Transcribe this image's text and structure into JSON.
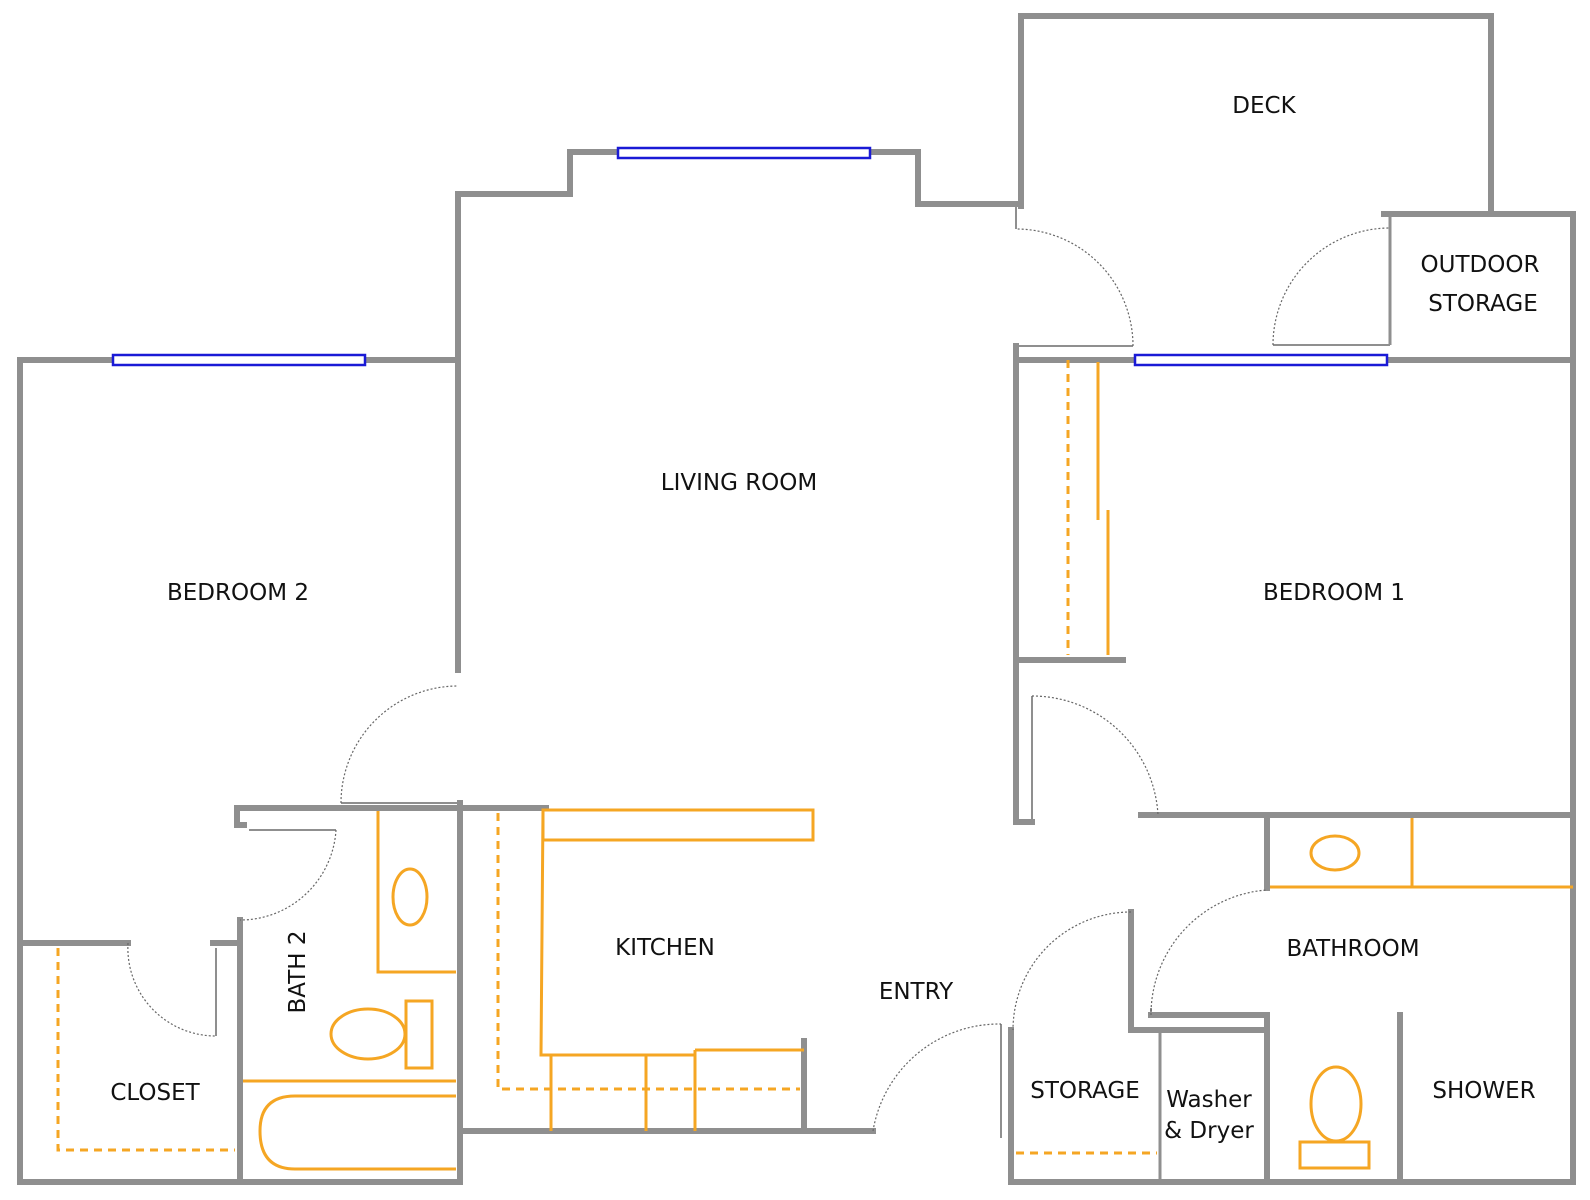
{
  "rooms": {
    "deck": "DECK",
    "outdoor_storage_line1": "OUTDOOR",
    "outdoor_storage_line2": "STORAGE",
    "living_room": "LIVING ROOM",
    "bedroom_2": "BEDROOM 2",
    "bedroom_1": "BEDROOM 1",
    "kitchen": "KITCHEN",
    "entry": "ENTRY",
    "bath_2": "BATH 2",
    "bathroom": "BATHROOM",
    "closet": "CLOSET",
    "storage": "STORAGE",
    "washer_line1": "Washer",
    "washer_line2": "& Dryer",
    "shower": "SHOWER"
  },
  "colors": {
    "wall": "#8f8f8f",
    "fixture": "#f5a623",
    "window": "#1a1ad6",
    "door_swing": "#666666",
    "label": "#111111"
  }
}
